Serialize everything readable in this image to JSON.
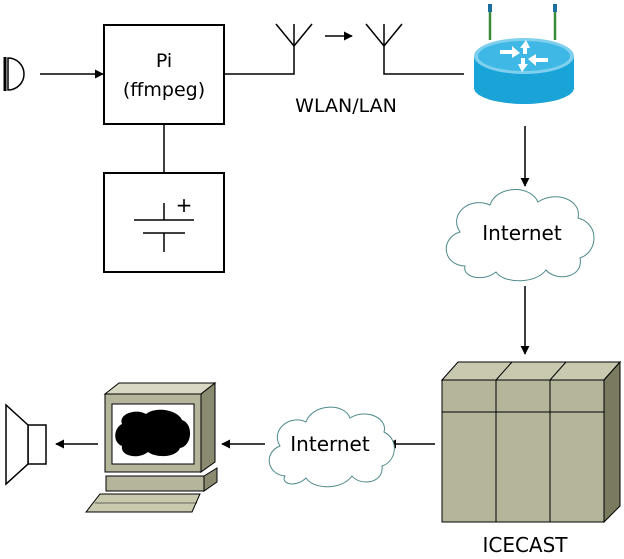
{
  "nodes": {
    "pi": {
      "line1": "Pi",
      "line2": "(ffmpeg)"
    },
    "link": {
      "label": "WLAN/LAN"
    },
    "internet_top": {
      "label": "Internet"
    },
    "internet_bottom": {
      "label": "Internet"
    },
    "server": {
      "label": "ICECAST"
    }
  },
  "icons": [
    "microphone-icon",
    "battery-icon",
    "antenna-icon",
    "router-icon",
    "cloud-icon",
    "server-rack-icon",
    "computer-icon",
    "speaker-icon"
  ],
  "colors": {
    "router": "#1aa3d6",
    "router_light": "#7fd0ee",
    "server": "#b5b59b",
    "server_dark": "#7a7a5e",
    "cloud_stroke": "#4f8a8b"
  }
}
